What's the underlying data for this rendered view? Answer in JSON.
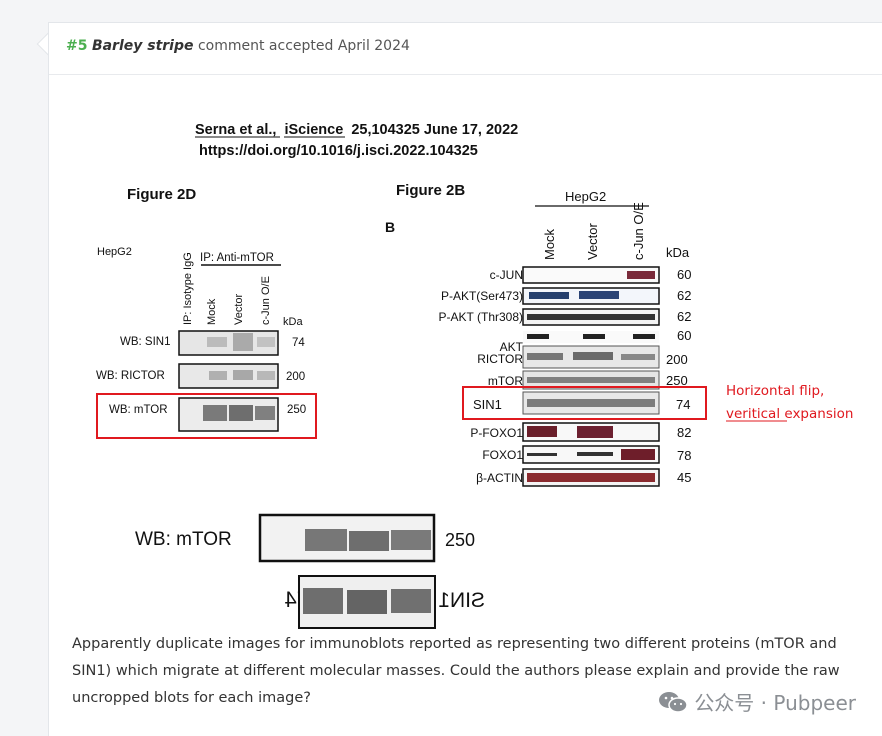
{
  "header": {
    "number": "#5",
    "title": "Barley stripe",
    "text": "comment accepted April 2024"
  },
  "figure": {
    "citation_line1_author": "Serna et al.,",
    "citation_line1_journal": "iScience",
    "citation_line1_rest": "25,104325 June 17, 2022",
    "citation_line2": "https://doi.org/10.1016/j.isci.2022.104325",
    "fig2d_title": "Figure 2D",
    "fig2b_title": "Figure 2B",
    "panel_letter": "B",
    "d_cell": "HepG2",
    "d_ip_iso": "IP: Isotype IgG",
    "d_ip_mtor": "IP: Anti-mTOR",
    "d_lanes": [
      "Mock",
      "Vector",
      "c-Jun O/E"
    ],
    "d_kda": "kDa",
    "d_rows": [
      {
        "label": "WB: SIN1",
        "kda": "74"
      },
      {
        "label": "WB: RICTOR",
        "kda": "200"
      },
      {
        "label": "WB: mTOR",
        "kda": "250"
      }
    ],
    "b_cell": "HepG2",
    "b_lanes": [
      "Mock",
      "Vector",
      "c-Jun O/E"
    ],
    "b_kda": "kDa",
    "b_rows": [
      {
        "label": "c-JUN",
        "kda": "60"
      },
      {
        "label": "P-AKT(Ser473)",
        "kda": "62"
      },
      {
        "label": "P-AKT (Thr308)",
        "kda": "62"
      },
      {
        "label": "AKT",
        "kda": "60"
      },
      {
        "label": "RICTOR",
        "kda": "200"
      },
      {
        "label": "mTOR",
        "kda": "250"
      },
      {
        "label": "SIN1",
        "kda": "74"
      },
      {
        "label": "P-FOXO1",
        "kda": "82"
      },
      {
        "label": "FOXO1",
        "kda": "78"
      },
      {
        "label": "β-ACTIN",
        "kda": "45"
      }
    ],
    "annotation_line1": "Horizontal  flip,",
    "annotation_line2": "veritical expansion",
    "zoom_label": "WB: mTOR",
    "zoom_kda": "250",
    "zoom2_kda_mirrored": "74",
    "zoom2_label_mirrored": "SIN1",
    "highlight_color": "#e0191f"
  },
  "comment": "Apparently duplicate images for immunoblots reported as representing two different proteins (mTOR and SIN1) which migrate at different molecular masses. Could the authors please explain and provide the raw uncropped blots for each image?",
  "watermark": {
    "text": "公众号 · Pubpeer",
    "icon": "wechat-icon"
  }
}
